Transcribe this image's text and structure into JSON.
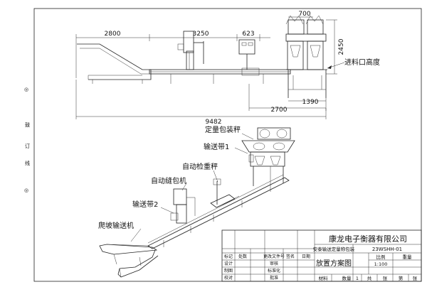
{
  "top_view": {
    "dims": {
      "d2800": "2800",
      "d3250": "3250",
      "d623": "623",
      "d700": "700",
      "d2450": "2450",
      "d1390": "1390",
      "d2700": "2700",
      "d9482": "9482"
    },
    "inlet_height_label": "进料口高度"
  },
  "iso_view": {
    "labels": {
      "packing_scale": "定量包装秤",
      "conveyor1": "输送带1",
      "checkweigher": "自动检重秤",
      "sewing_machine": "自动缝包机",
      "conveyor2": "输送带2",
      "climbing_conveyor": "爬坡输送机"
    }
  },
  "margin_marks": [
    "◎",
    "鼓",
    "订",
    "线",
    "◎"
  ],
  "title_block": {
    "company": "康龙电子衡器有限公司",
    "project": "安泰输送定量称包装",
    "drawing_no": "23WSHH-01",
    "drawing_name": "放置方案图",
    "ratio_label": "比例",
    "weight_label": "重量",
    "ratio_value": "1:100",
    "material_label": "材料",
    "qty_label": "数量",
    "qty_value": "1",
    "sheet_total": "共",
    "sheet_unit": "张",
    "sheet_no": "第",
    "sheet_unit2": "张",
    "rows": [
      {
        "a": "标记",
        "b": "处数",
        "c": "更改文件号",
        "d": "签名",
        "e": "日期"
      },
      {
        "a": "设计",
        "b": "",
        "c": "审核",
        "d": "",
        "e": ""
      },
      {
        "a": "制图",
        "b": "",
        "c": "标准化",
        "d": "",
        "e": ""
      },
      {
        "a": "校对",
        "b": "",
        "c": "批准",
        "d": "",
        "e": ""
      }
    ]
  }
}
